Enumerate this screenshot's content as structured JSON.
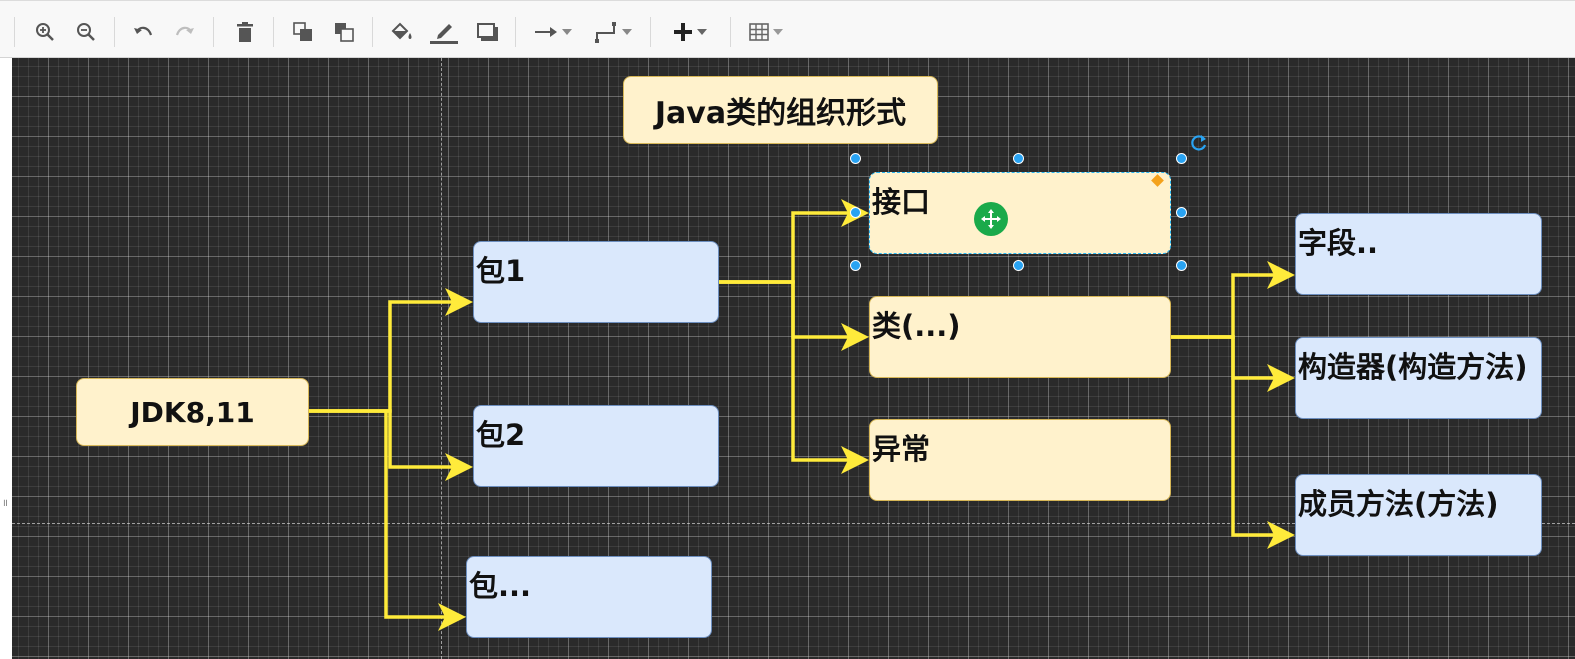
{
  "toolbar": {
    "items": [
      {
        "name": "zoom-in-icon"
      },
      {
        "name": "zoom-out-icon"
      },
      {
        "name": "undo-icon"
      },
      {
        "name": "redo-icon",
        "disabled": true
      },
      {
        "name": "delete-icon"
      },
      {
        "name": "to-front-icon"
      },
      {
        "name": "to-back-icon"
      },
      {
        "name": "fill-color-icon"
      },
      {
        "name": "line-color-icon"
      },
      {
        "name": "shadow-icon"
      },
      {
        "name": "connection-arrow-icon"
      },
      {
        "name": "waypoint-style-icon"
      },
      {
        "name": "insert-plus-icon"
      },
      {
        "name": "table-icon"
      }
    ]
  },
  "diagram": {
    "title": "Java类的组织形式",
    "root": "JDK8,11",
    "packages": [
      "包1",
      "包2",
      "包..."
    ],
    "types": [
      "接口",
      "类(...)",
      "异常"
    ],
    "members": [
      "字段..",
      "构造器(构造方法)",
      "成员方法(方法)"
    ],
    "selected_node": "接口"
  },
  "colors": {
    "canvas_background": "#2a2a2a",
    "yellow_fill": "#fff2cc",
    "yellow_stroke": "#d6b656",
    "blue_fill": "#dae8fc",
    "blue_stroke": "#6c8ebf",
    "connector": "#ffeb3b",
    "selection": "#29a3f2",
    "move_handle": "#1aaa4a"
  }
}
